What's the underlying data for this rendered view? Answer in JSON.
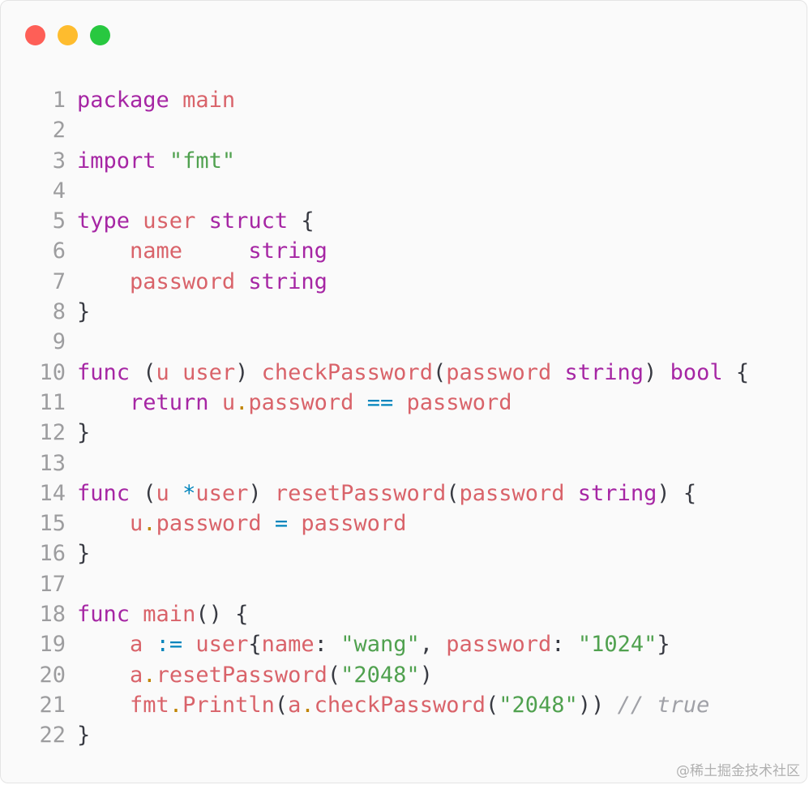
{
  "window": {
    "traffic_lights": [
      {
        "name": "close",
        "color": "#fe5f57"
      },
      {
        "name": "minimize",
        "color": "#febc2e"
      },
      {
        "name": "zoom",
        "color": "#28c840"
      }
    ]
  },
  "colors": {
    "keyword": "#a626a4",
    "identifier": "#d9636a",
    "string": "#50a14f",
    "operator": "#0184bc",
    "punctuation": "#383a42",
    "comment": "#a0a1a7",
    "line_number": "#9d9d9f"
  },
  "code": {
    "lines": [
      {
        "n": "1",
        "tokens": [
          [
            "kw",
            "package"
          ],
          [
            "p",
            " "
          ],
          [
            "id",
            "main"
          ]
        ]
      },
      {
        "n": "2",
        "tokens": []
      },
      {
        "n": "3",
        "tokens": [
          [
            "kw",
            "import"
          ],
          [
            "p",
            " "
          ],
          [
            "str",
            "\"fmt\""
          ]
        ]
      },
      {
        "n": "4",
        "tokens": []
      },
      {
        "n": "5",
        "tokens": [
          [
            "kw",
            "type"
          ],
          [
            "p",
            " "
          ],
          [
            "id",
            "user"
          ],
          [
            "p",
            " "
          ],
          [
            "kw",
            "struct"
          ],
          [
            "p",
            " {"
          ]
        ]
      },
      {
        "n": "6",
        "tokens": [
          [
            "p",
            "    "
          ],
          [
            "id",
            "name"
          ],
          [
            "p",
            "     "
          ],
          [
            "kw",
            "string"
          ]
        ]
      },
      {
        "n": "7",
        "tokens": [
          [
            "p",
            "    "
          ],
          [
            "id",
            "password"
          ],
          [
            "p",
            " "
          ],
          [
            "kw",
            "string"
          ]
        ]
      },
      {
        "n": "8",
        "tokens": [
          [
            "p",
            "}"
          ]
        ]
      },
      {
        "n": "9",
        "tokens": []
      },
      {
        "n": "10",
        "tokens": [
          [
            "kw",
            "func"
          ],
          [
            "p",
            " ("
          ],
          [
            "id",
            "u"
          ],
          [
            "p",
            " "
          ],
          [
            "id",
            "user"
          ],
          [
            "p",
            ") "
          ],
          [
            "fn",
            "checkPassword"
          ],
          [
            "p",
            "("
          ],
          [
            "id",
            "password"
          ],
          [
            "p",
            " "
          ],
          [
            "kw",
            "string"
          ],
          [
            "p",
            ") "
          ],
          [
            "kw",
            "bool"
          ],
          [
            "p",
            " {"
          ]
        ]
      },
      {
        "n": "11",
        "tokens": [
          [
            "p",
            "    "
          ],
          [
            "kw",
            "return"
          ],
          [
            "p",
            " "
          ],
          [
            "id",
            "u"
          ],
          [
            "dot",
            "."
          ],
          [
            "id",
            "password"
          ],
          [
            "p",
            " "
          ],
          [
            "op",
            "=="
          ],
          [
            "p",
            " "
          ],
          [
            "id",
            "password"
          ]
        ]
      },
      {
        "n": "12",
        "tokens": [
          [
            "p",
            "}"
          ]
        ]
      },
      {
        "n": "13",
        "tokens": []
      },
      {
        "n": "14",
        "tokens": [
          [
            "kw",
            "func"
          ],
          [
            "p",
            " ("
          ],
          [
            "id",
            "u"
          ],
          [
            "p",
            " "
          ],
          [
            "op",
            "*"
          ],
          [
            "id",
            "user"
          ],
          [
            "p",
            ") "
          ],
          [
            "fn",
            "resetPassword"
          ],
          [
            "p",
            "("
          ],
          [
            "id",
            "password"
          ],
          [
            "p",
            " "
          ],
          [
            "kw",
            "string"
          ],
          [
            "p",
            ") {"
          ]
        ]
      },
      {
        "n": "15",
        "tokens": [
          [
            "p",
            "    "
          ],
          [
            "id",
            "u"
          ],
          [
            "dot",
            "."
          ],
          [
            "id",
            "password"
          ],
          [
            "p",
            " "
          ],
          [
            "op",
            "="
          ],
          [
            "p",
            " "
          ],
          [
            "id",
            "password"
          ]
        ]
      },
      {
        "n": "16",
        "tokens": [
          [
            "p",
            "}"
          ]
        ]
      },
      {
        "n": "17",
        "tokens": []
      },
      {
        "n": "18",
        "tokens": [
          [
            "kw",
            "func"
          ],
          [
            "p",
            " "
          ],
          [
            "fn",
            "main"
          ],
          [
            "p",
            "() {"
          ]
        ]
      },
      {
        "n": "19",
        "tokens": [
          [
            "p",
            "    "
          ],
          [
            "id",
            "a"
          ],
          [
            "p",
            " "
          ],
          [
            "op",
            ":="
          ],
          [
            "p",
            " "
          ],
          [
            "id",
            "user"
          ],
          [
            "p",
            "{"
          ],
          [
            "id",
            "name"
          ],
          [
            "p",
            ": "
          ],
          [
            "str",
            "\"wang\""
          ],
          [
            "p",
            ", "
          ],
          [
            "id",
            "password"
          ],
          [
            "p",
            ": "
          ],
          [
            "str",
            "\"1024\""
          ],
          [
            "p",
            "}"
          ]
        ]
      },
      {
        "n": "20",
        "tokens": [
          [
            "p",
            "    "
          ],
          [
            "id",
            "a"
          ],
          [
            "dot",
            "."
          ],
          [
            "fn",
            "resetPassword"
          ],
          [
            "p",
            "("
          ],
          [
            "str",
            "\"2048\""
          ],
          [
            "p",
            ")"
          ]
        ]
      },
      {
        "n": "21",
        "tokens": [
          [
            "p",
            "    "
          ],
          [
            "id",
            "fmt"
          ],
          [
            "dot",
            "."
          ],
          [
            "fn",
            "Println"
          ],
          [
            "p",
            "("
          ],
          [
            "id",
            "a"
          ],
          [
            "dot",
            "."
          ],
          [
            "fn",
            "checkPassword"
          ],
          [
            "p",
            "("
          ],
          [
            "str",
            "\"2048\""
          ],
          [
            "p",
            "))"
          ],
          [
            "p",
            " "
          ],
          [
            "cm",
            "// true"
          ]
        ]
      },
      {
        "n": "22",
        "tokens": [
          [
            "p",
            "}"
          ]
        ]
      }
    ]
  },
  "watermark": "@稀土掘金技术社区"
}
